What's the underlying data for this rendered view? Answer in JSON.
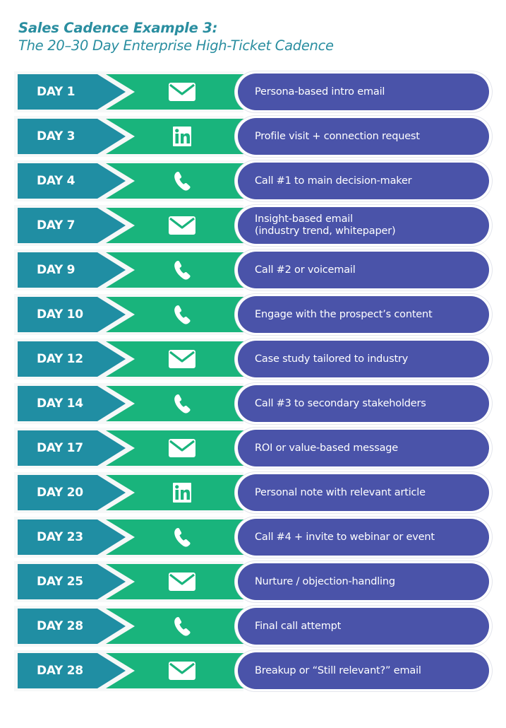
{
  "header": {
    "title": "Sales Cadence Example 3:",
    "subtitle": "The 20–30 Day Enterprise High-Ticket Cadence"
  },
  "colors": {
    "title": "#2a8ea0",
    "day_block": "#208ea3",
    "channel_block": "#19b47c",
    "step_pill": "#4a53a9",
    "text_on_color": "#ffffff"
  },
  "steps": [
    {
      "day": "DAY 1",
      "channel": "email",
      "icon": "envelope-icon",
      "action": "Persona-based intro email"
    },
    {
      "day": "DAY 3",
      "channel": "linkedin",
      "icon": "linkedin-icon",
      "action": "Profile visit + connection request"
    },
    {
      "day": "DAY 4",
      "channel": "phone",
      "icon": "phone-icon",
      "action": "Call #1 to main decision-maker"
    },
    {
      "day": "DAY 7",
      "channel": "email",
      "icon": "envelope-icon",
      "action": "Insight-based email\n(industry trend, whitepaper)"
    },
    {
      "day": "DAY 9",
      "channel": "phone",
      "icon": "phone-icon",
      "action": "Call #2 or voicemail"
    },
    {
      "day": "DAY 10",
      "channel": "phone",
      "icon": "phone-icon",
      "action": "Engage with the prospect’s content"
    },
    {
      "day": "DAY 12",
      "channel": "email",
      "icon": "envelope-icon",
      "action": "Case study tailored to industry"
    },
    {
      "day": "DAY 14",
      "channel": "phone",
      "icon": "phone-icon",
      "action": "Call #3 to secondary stakeholders"
    },
    {
      "day": "DAY 17",
      "channel": "email",
      "icon": "envelope-icon",
      "action": "ROI or value-based message"
    },
    {
      "day": "DAY 20",
      "channel": "linkedin",
      "icon": "linkedin-icon",
      "action": "Personal note with relevant article"
    },
    {
      "day": "DAY 23",
      "channel": "phone",
      "icon": "phone-icon",
      "action": "Call #4 + invite to webinar or event"
    },
    {
      "day": "DAY 25",
      "channel": "email",
      "icon": "envelope-icon",
      "action": "Nurture / objection-handling"
    },
    {
      "day": "DAY 28",
      "channel": "phone",
      "icon": "phone-icon",
      "action": "Final call attempt"
    },
    {
      "day": "DAY 28",
      "channel": "email",
      "icon": "envelope-icon",
      "action": "Breakup or “Still relevant?” email"
    }
  ]
}
